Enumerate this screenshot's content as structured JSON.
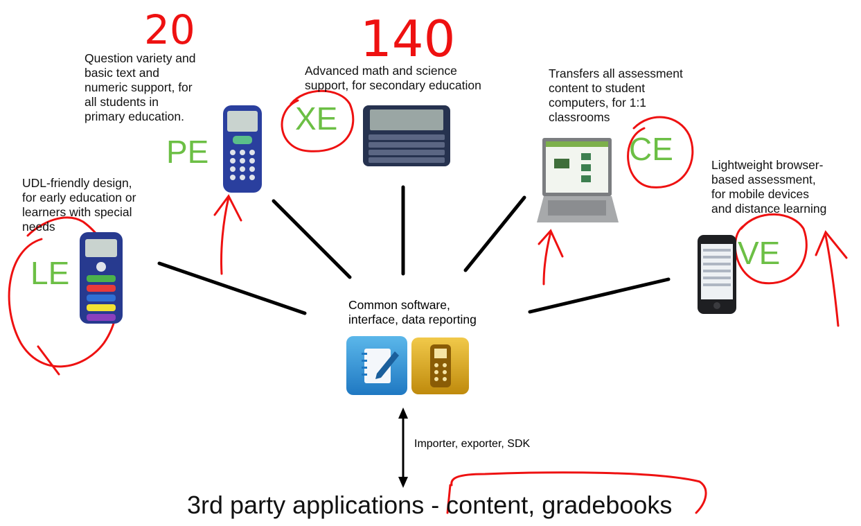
{
  "center": {
    "label_line1": "Common software,",
    "label_line2": "interface, data reporting",
    "notebook_icon": "notebook-app-icon",
    "response_icon": "response-app-icon"
  },
  "devices": {
    "pe": {
      "code": "PE",
      "desc": [
        "Question variety and",
        "basic text and",
        "numeric support, for",
        "all students in",
        "primary education."
      ],
      "handwritten": "20"
    },
    "xe": {
      "code": "XE",
      "desc": [
        "Advanced math and science",
        "support, for secondary education"
      ],
      "handwritten": "140"
    },
    "ce": {
      "code": "CE",
      "desc": [
        "Transfers all assessment",
        "content to student",
        "computers, for 1:1",
        "classrooms"
      ]
    },
    "le": {
      "code": "LE",
      "desc": [
        "UDL-friendly design,",
        "for early education or",
        "learners with special",
        "needs"
      ]
    },
    "ve": {
      "code": "VE",
      "desc": [
        "Lightweight browser-",
        "based assessment,",
        "for mobile devices",
        "and distance learning"
      ]
    }
  },
  "arrow_label": "Importer, exporter, SDK",
  "bottom_title": "3rd party applications - content, gradebooks",
  "colors": {
    "code_green": "#6cbf45",
    "annotation_red": "#ee1111",
    "line_black": "#000000",
    "notebook_blue": "#3a9bd8",
    "response_gold": "#d6a417"
  }
}
